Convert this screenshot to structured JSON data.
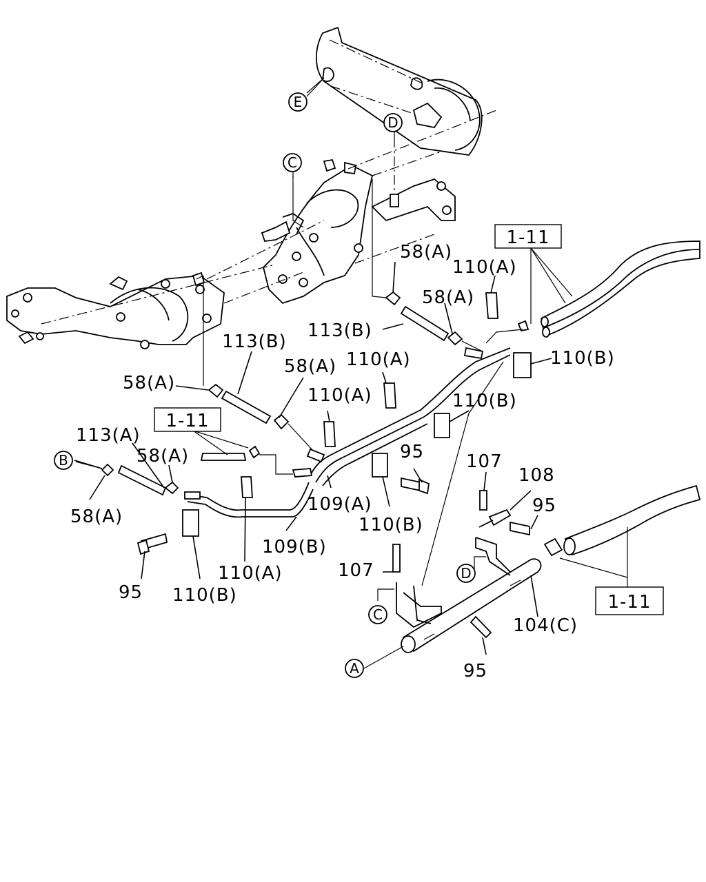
{
  "diagram": {
    "labels": {
      "l58a_1": "58(A)",
      "l110a_1": "110(A)",
      "l58a_2": "58(A)",
      "l113b_1": "113(B)",
      "l110b_1": "110(B)",
      "l113b_2": "113(B)",
      "l58a_3": "58(A)",
      "l58a_4": "58(A)",
      "l110a_2": "110(A)",
      "l110a_3": "110(A)",
      "l110b_2": "110(B)",
      "l113a": "113(A)",
      "l58a_5": "58(A)",
      "l58a_6": "58(A)",
      "l95_1": "95",
      "l107_1": "107",
      "l108": "108",
      "l95_2": "95",
      "l109a": "109(A)",
      "l110b_3": "110(B)",
      "l109b": "109(B)",
      "l110a_4": "110(A)",
      "l95_3": "95",
      "l110b_4": "110(B)",
      "l107_2": "107",
      "l104c": "104(C)",
      "l95_4": "95"
    },
    "refs": {
      "ref1": "1-11",
      "ref2": "1-11",
      "ref3": "1-11"
    },
    "callouts": {
      "A": "A",
      "B": "B",
      "C_top": "C",
      "C_bot": "C",
      "D_top": "D",
      "D_bot": "D",
      "E": "E"
    }
  }
}
